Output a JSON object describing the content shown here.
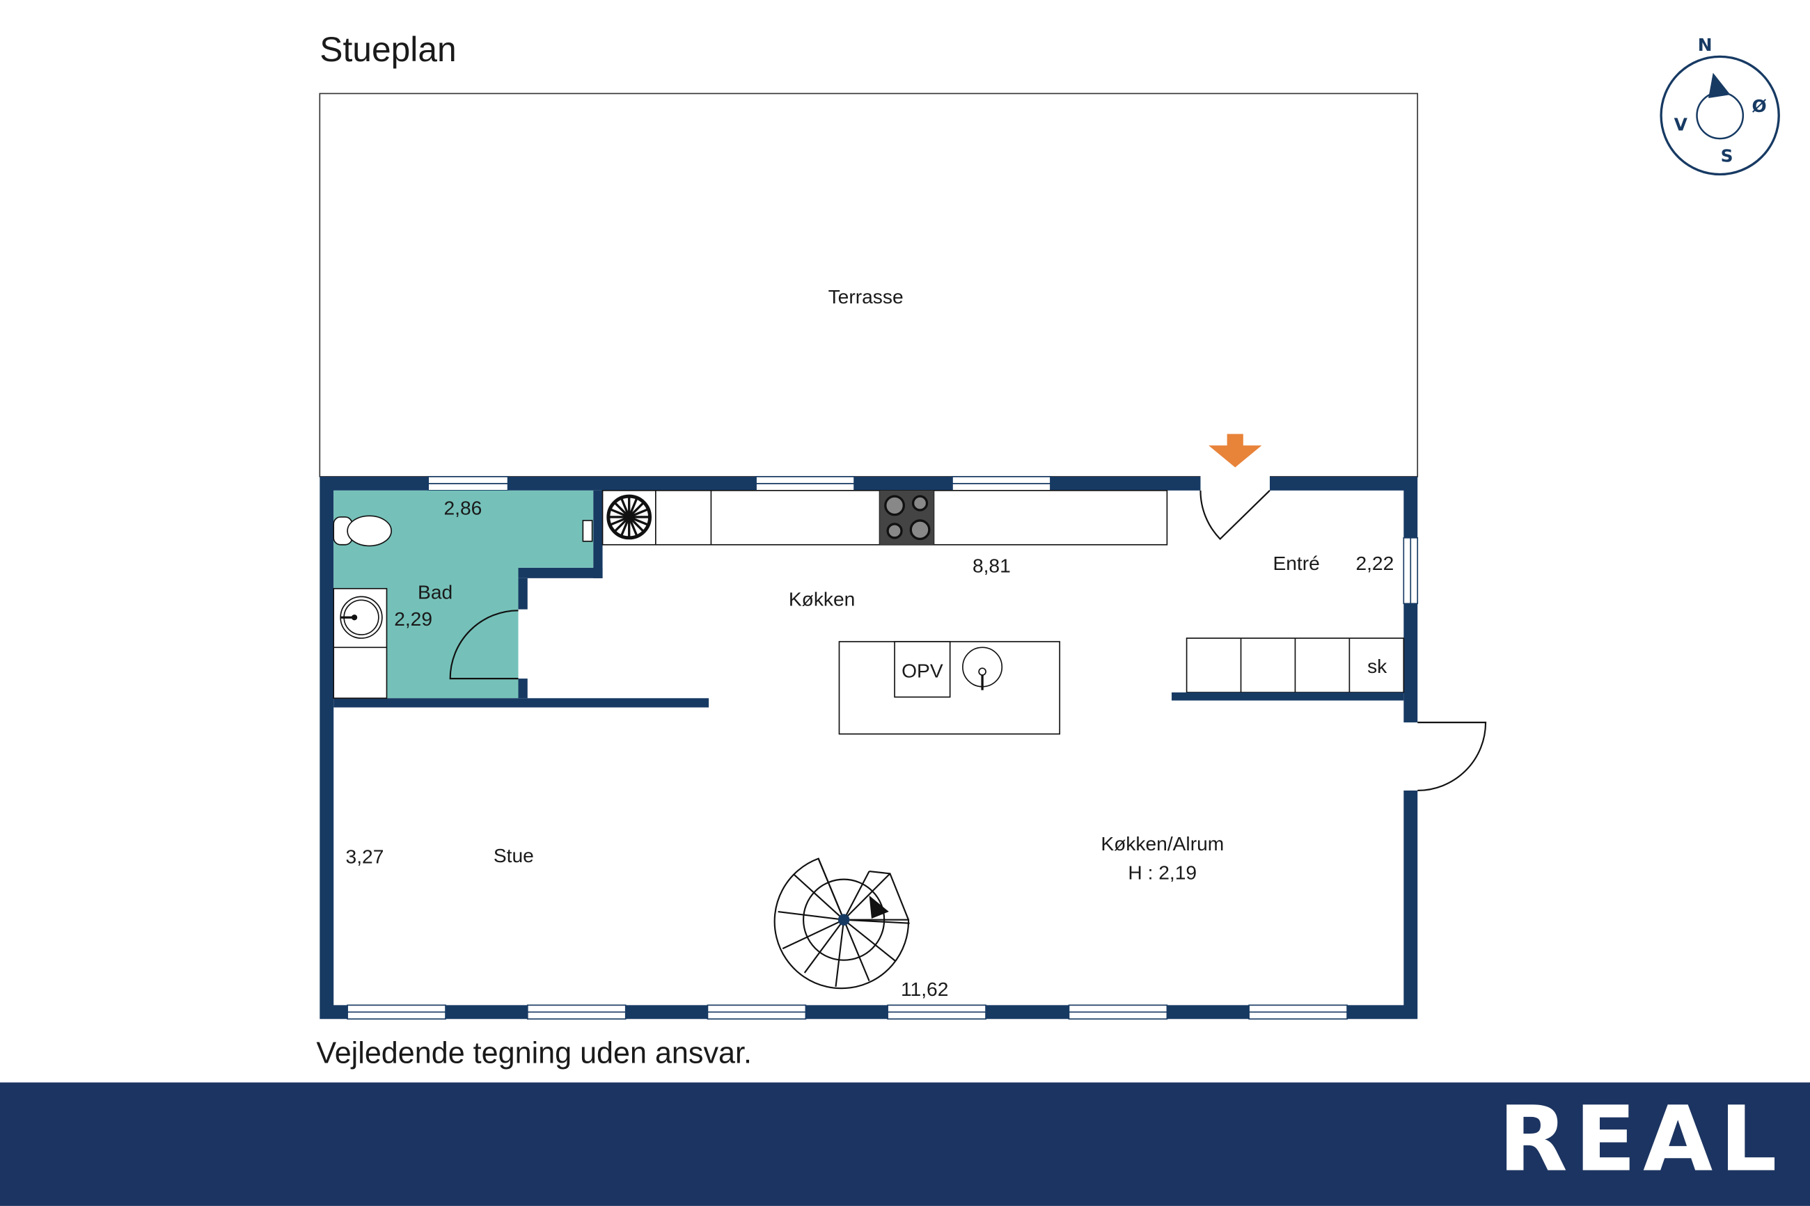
{
  "title": "Stueplan",
  "disclaimer": "Vejledende tegning uden ansvar.",
  "brand": {
    "logo_text": "REAL",
    "bar_color": "#1c3461"
  },
  "colors": {
    "wall": "#173a63",
    "bath": "#75c1b9",
    "entry_arrow": "#e8833a"
  },
  "compass": {
    "north": "N",
    "east": "Ø",
    "south": "S",
    "west": "V"
  },
  "rooms": {
    "terrace": {
      "name": "Terrasse"
    },
    "bath": {
      "name": "Bad",
      "dim_width": "2,86",
      "dim_depth": "2,29"
    },
    "kitchen": {
      "name": "Køkken",
      "dim": "8,81"
    },
    "entry": {
      "name": "Entré",
      "dim": "2,22",
      "wardrobe": "sk"
    },
    "island": {
      "dishwasher": "OPV"
    },
    "living": {
      "name": "Stue",
      "dim_depth": "3,27",
      "dim_width": "11,62"
    },
    "kitchen_family": {
      "name": "Køkken/Alrum",
      "height": "H : 2,19"
    }
  }
}
